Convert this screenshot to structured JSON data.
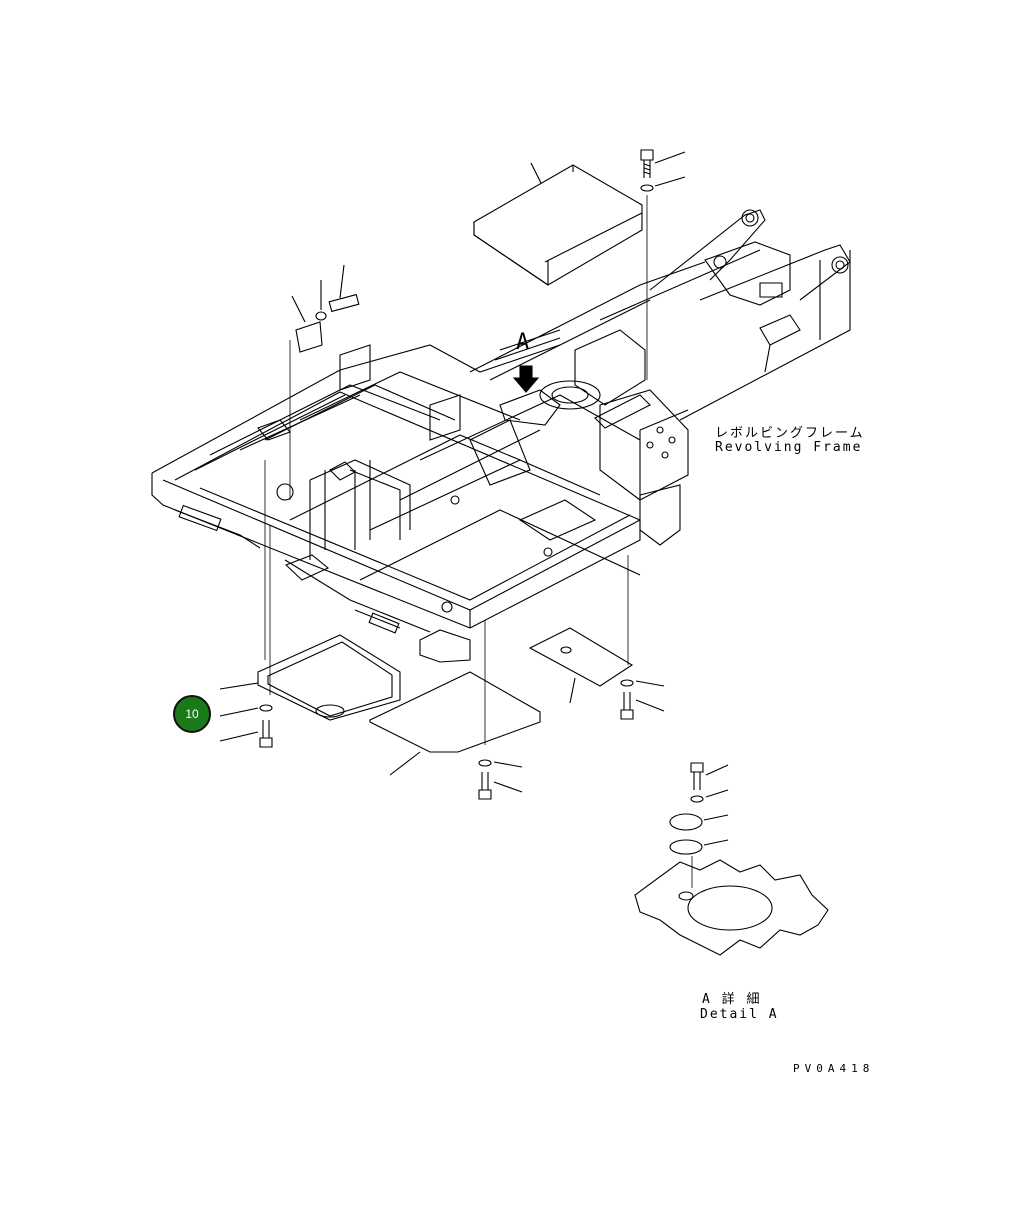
{
  "labels": {
    "frame_jp": "レボルビングフレーム",
    "frame_en": "Revolving Frame",
    "view_marker": "A",
    "detail_jp": "A 詳 細",
    "detail_en": "Detail A",
    "drawing_code": "PV0A418"
  },
  "callouts": [
    {
      "number": "10",
      "color": "#1a7a1a"
    }
  ]
}
